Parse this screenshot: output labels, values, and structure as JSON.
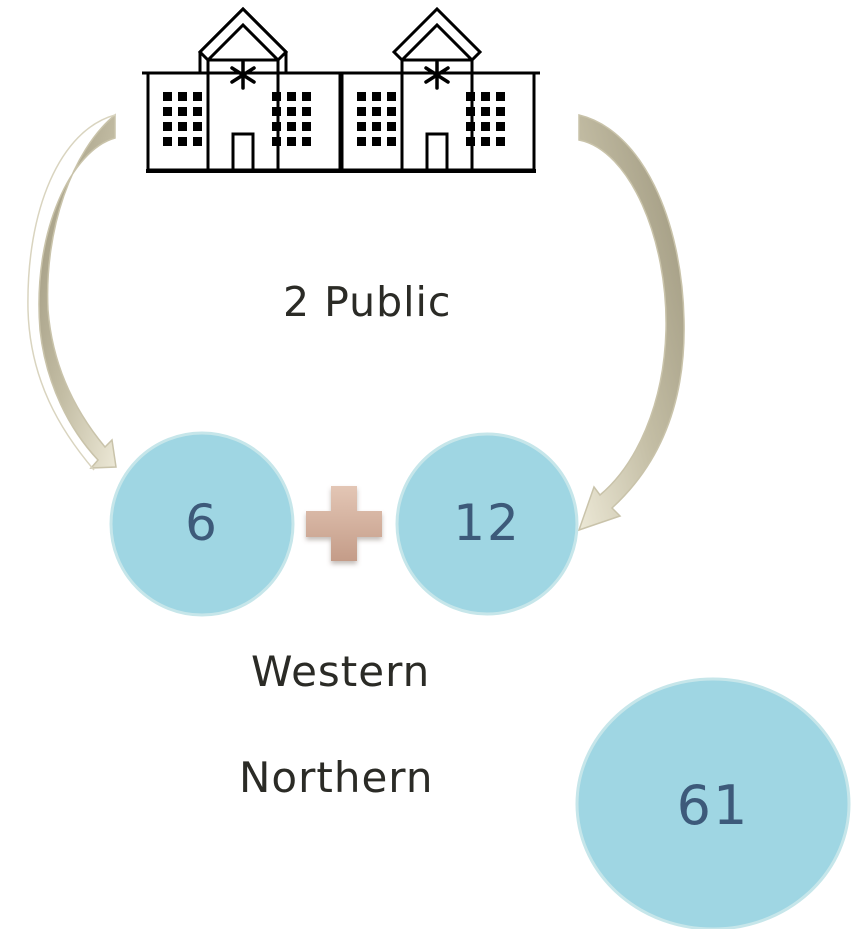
{
  "header": {
    "label": "2 Public"
  },
  "circles": {
    "left": "6",
    "right": "12",
    "large": "61"
  },
  "labels": {
    "western": "Western",
    "northern": "Northern"
  },
  "icons": {
    "buildings": "university-buildings-icon",
    "plus": "plus-icon"
  },
  "colors": {
    "circle_fill": "#9fd6e3",
    "circle_stroke": "#c6e6ea",
    "arrow_fill": "#a7a184",
    "plus_fill": "#d6b4a2",
    "number_text": "#3d5a7a"
  }
}
